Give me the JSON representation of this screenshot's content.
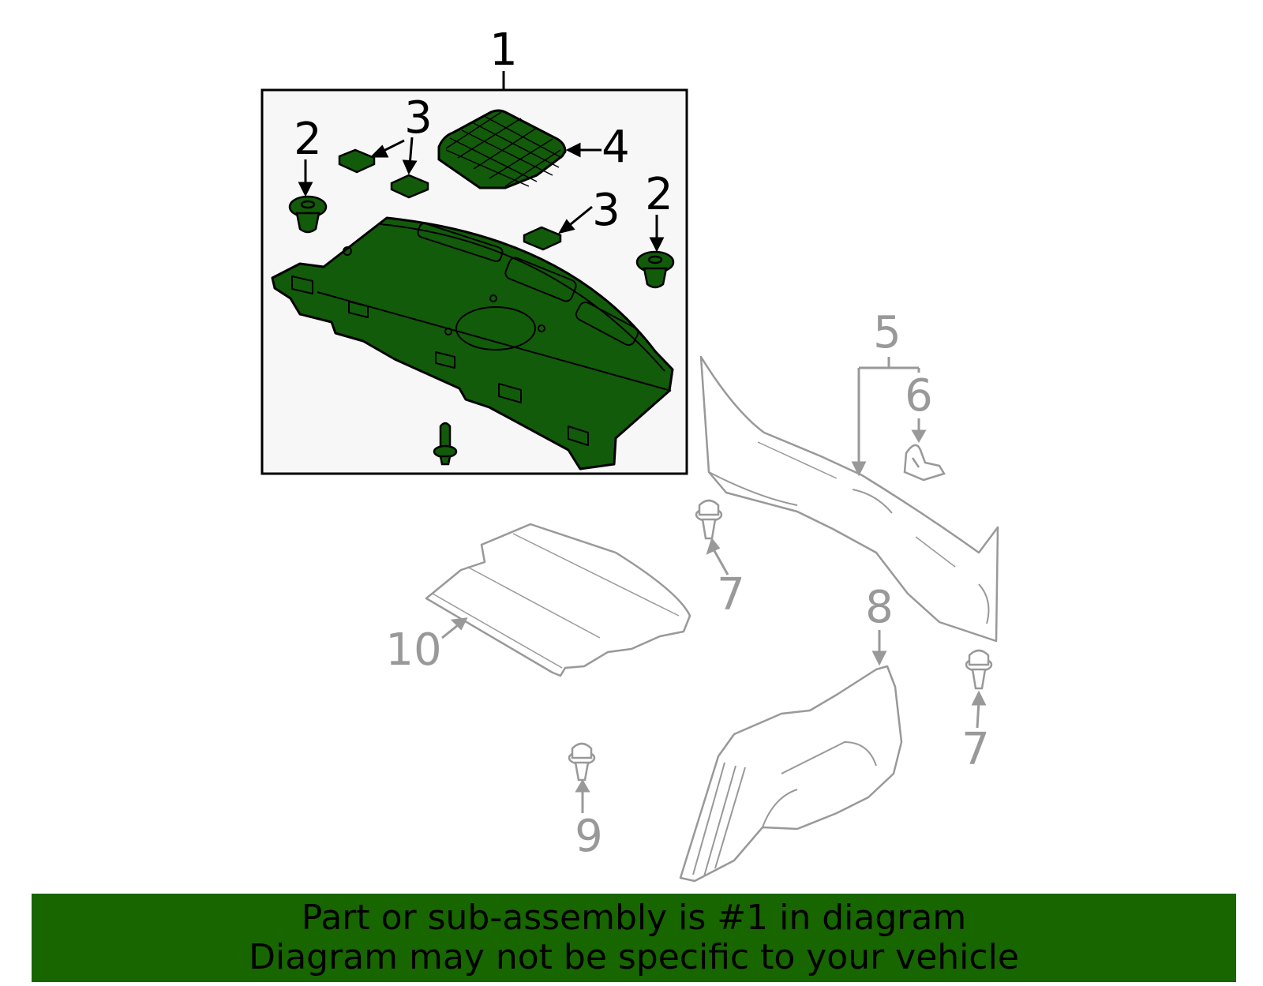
{
  "callouts": {
    "c1": "1",
    "c2a": "2",
    "c2b": "2",
    "c3a": "3",
    "c3b": "3",
    "c4": "4",
    "c5": "5",
    "c6": "6",
    "c7a": "7",
    "c7b": "7",
    "c8": "8",
    "c9": "9",
    "c10": "10"
  },
  "footer": {
    "line1": "Part or sub-assembly is #1 in diagram",
    "line2": "Diagram may not be specific to your vehicle"
  },
  "colors": {
    "highlight_part": "#125b0a",
    "footer_banner": "#176600",
    "other_parts_line": "#999999",
    "box_background": "#f7f7f7"
  }
}
